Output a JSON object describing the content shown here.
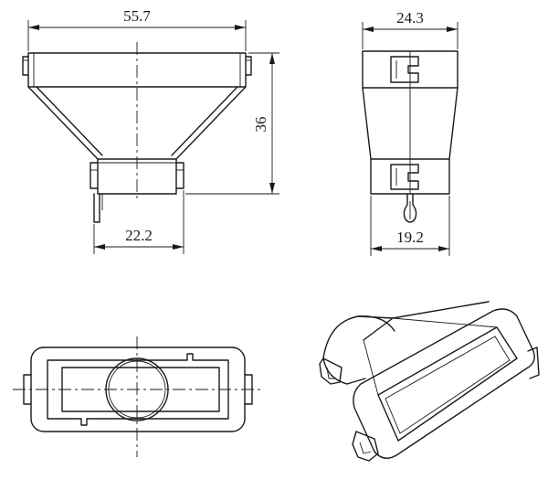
{
  "dimensions": {
    "top_width": "55.7",
    "height": "36",
    "neck_width": "22.2",
    "side_top_width": "24.3",
    "side_bottom_width": "19.2"
  }
}
